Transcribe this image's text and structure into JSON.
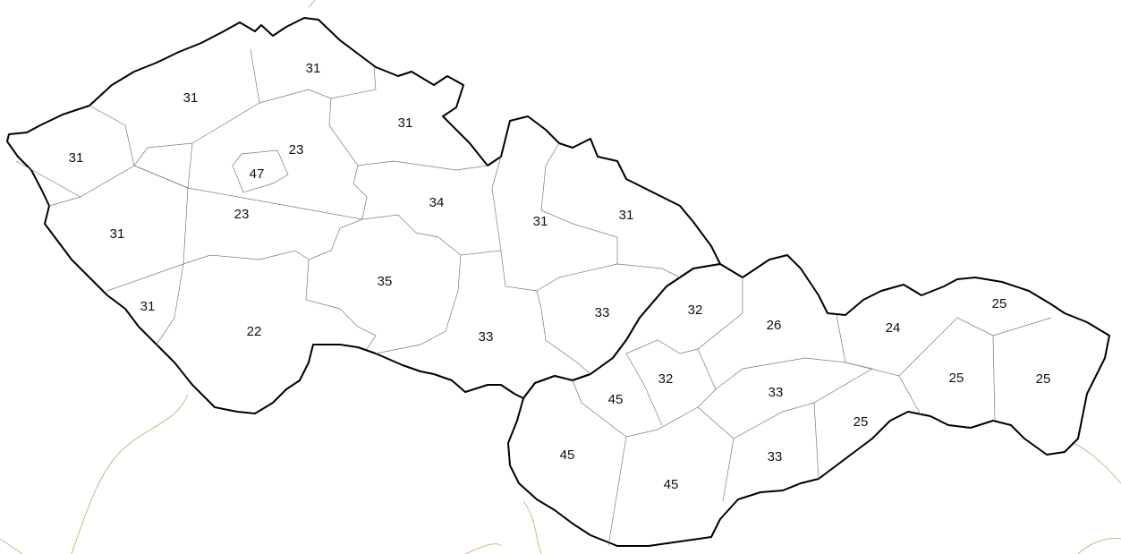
{
  "regions": [
    {
      "id": "cz-1",
      "value": "31"
    },
    {
      "id": "cz-2",
      "value": "31"
    },
    {
      "id": "cz-3",
      "value": "31"
    },
    {
      "id": "cz-4",
      "value": "23"
    },
    {
      "id": "cz-5",
      "value": "31"
    },
    {
      "id": "cz-6",
      "value": "47"
    },
    {
      "id": "cz-7",
      "value": "23"
    },
    {
      "id": "cz-8",
      "value": "34"
    },
    {
      "id": "cz-9",
      "value": "31"
    },
    {
      "id": "cz-10",
      "value": "31"
    },
    {
      "id": "cz-11",
      "value": "31"
    },
    {
      "id": "cz-12",
      "value": "31"
    },
    {
      "id": "cz-13",
      "value": "35"
    },
    {
      "id": "cz-14",
      "value": "33"
    },
    {
      "id": "cz-15",
      "value": "22"
    },
    {
      "id": "cz-16",
      "value": "33"
    },
    {
      "id": "sk-1",
      "value": "32"
    },
    {
      "id": "sk-2",
      "value": "26"
    },
    {
      "id": "sk-3",
      "value": "24"
    },
    {
      "id": "sk-4",
      "value": "25"
    },
    {
      "id": "sk-5",
      "value": "32"
    },
    {
      "id": "sk-6",
      "value": "45"
    },
    {
      "id": "sk-7",
      "value": "33"
    },
    {
      "id": "sk-8",
      "value": "25"
    },
    {
      "id": "sk-9",
      "value": "25"
    },
    {
      "id": "sk-10",
      "value": "45"
    },
    {
      "id": "sk-11",
      "value": "45"
    },
    {
      "id": "sk-12",
      "value": "33"
    },
    {
      "id": "sk-13",
      "value": "25"
    }
  ],
  "colors": {
    "outline": "#000000",
    "internal_border": "#7a7a7a",
    "neighbor_border": "#c9b98a",
    "fill": "#ffffff"
  }
}
